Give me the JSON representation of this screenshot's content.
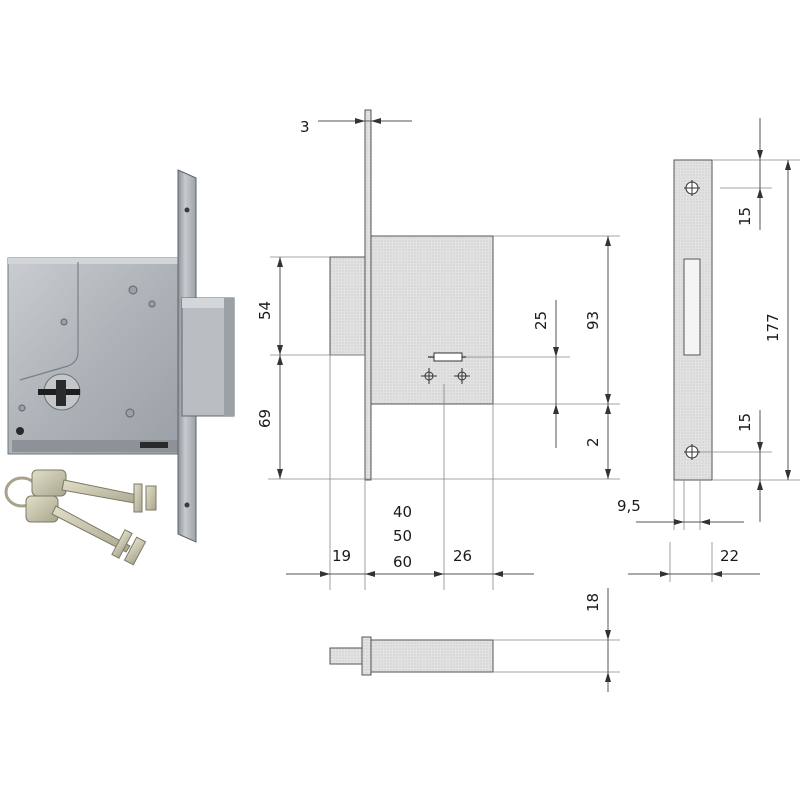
{
  "dimensions": {
    "faceplate_thickness": "3",
    "upper_height": "54",
    "lower_height": "69",
    "case_height": "93",
    "bolt_offset": "25",
    "bottom_gap": "2",
    "backset_1": "40",
    "backset_2": "50",
    "backset_3": "60",
    "front_depth": "19",
    "rear_depth": "26",
    "plate_top_hole": "15",
    "plate_bottom_hole": "15",
    "plate_length": "177",
    "plate_offset": "9,5",
    "plate_width": "22",
    "bolt_height": "18"
  },
  "colors": {
    "lock_body": "#b7bcc0",
    "lock_shadow": "#7d8388",
    "drawing_fill": "#dcdcdc",
    "line": "#555555"
  }
}
